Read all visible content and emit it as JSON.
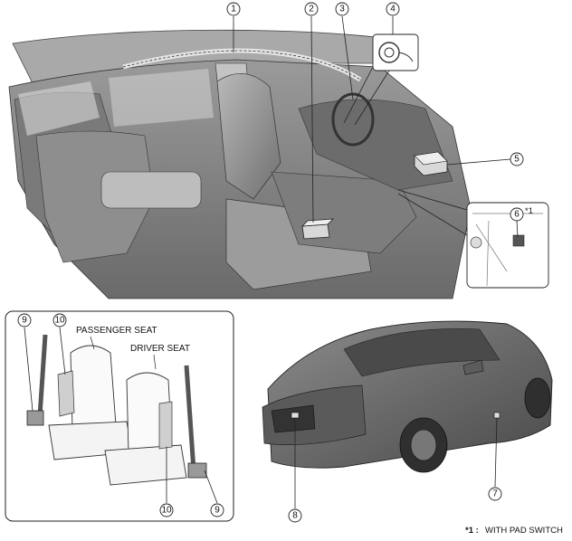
{
  "callouts": {
    "c1": "1",
    "c2": "2",
    "c3": "3",
    "c4": "4",
    "c5": "5",
    "c6": "6",
    "c7": "7",
    "c8": "8",
    "c9a": "9",
    "c9b": "9",
    "c10a": "10",
    "c10b": "10"
  },
  "callout_6_suffix": "*1",
  "labels": {
    "passenger_seat": "PASSENGER SEAT",
    "driver_seat": "DRIVER SEAT"
  },
  "footnote": {
    "marker": "*1 :",
    "text": "WITH PAD SWITCH"
  },
  "colors": {
    "line": "#111111",
    "interior_dark": "#5d5d5d",
    "interior_mid": "#8a8a8a",
    "interior_light": "#c8c8c8",
    "car_body": "#6f6f6f",
    "module_fill": "#d8d8d8"
  }
}
